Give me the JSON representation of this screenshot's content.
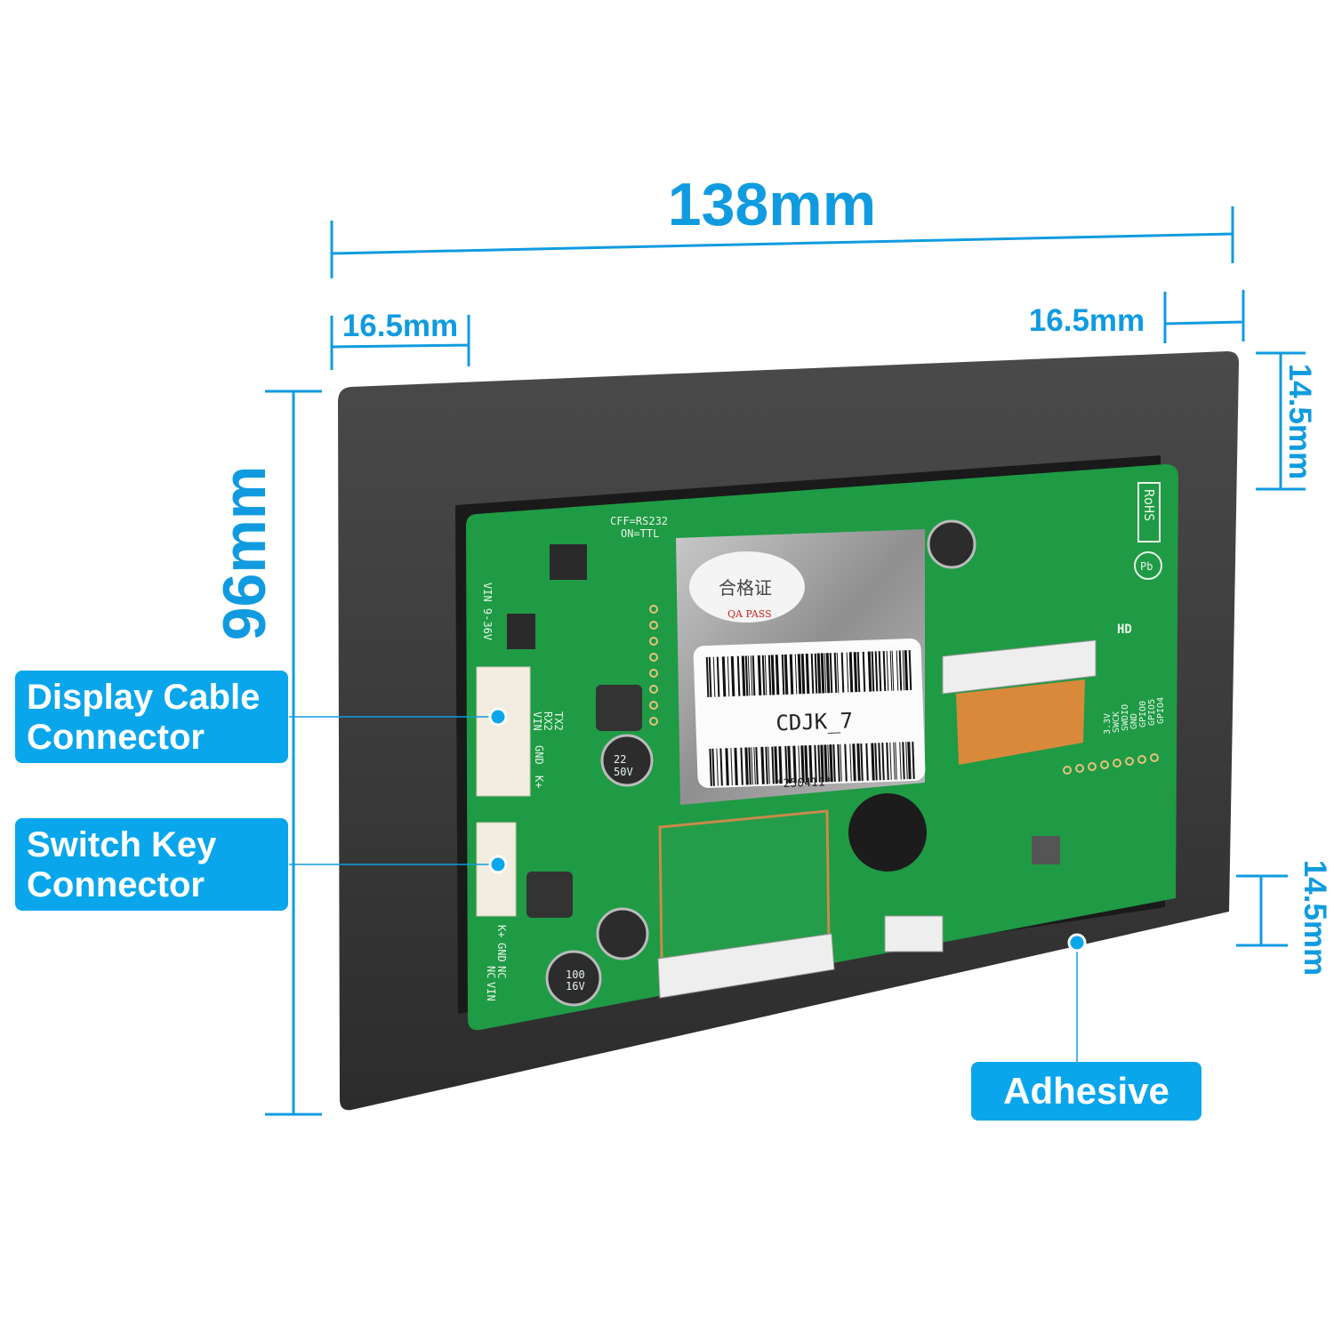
{
  "dimensions": {
    "width": "138mm",
    "height": "96mm",
    "left_margin": "16.5mm",
    "right_margin": "16.5mm",
    "top_margin": "14.5mm",
    "bottom_margin": "14.5mm"
  },
  "callouts": {
    "display_cable": [
      "Display Cable",
      "Connector"
    ],
    "switch_key": [
      "Switch Key",
      "Connector"
    ],
    "adhesive": "Adhesive"
  },
  "pcb_labels": {
    "mode": [
      "CFF=RS232",
      "ON=TTL"
    ],
    "vin": "VIN 9-36V",
    "module_id": "CDJK_7",
    "serial": "*250411*",
    "qa": "QA PASS",
    "qa_cn": "合格证",
    "rohs": "RoHS",
    "pb": "Pb",
    "hd": "HD",
    "pins_left": [
      "VIN",
      "RX2",
      "TX2",
      "GND",
      "K+"
    ],
    "pins_bottom": [
      "K+",
      "GND",
      "NC",
      "NC",
      "VIN"
    ],
    "pins_right": [
      "3.3V",
      "SWCK",
      "SWDIO",
      "GND",
      "GPIO0",
      "GPIO5",
      "GPIO4"
    ],
    "cap_a": [
      "100",
      "16V"
    ],
    "cap_b": [
      "22",
      "50V"
    ]
  },
  "colors": {
    "accent": "#0aa6ec",
    "frame": "#3a3a3a",
    "pcb": "#1f9a45"
  }
}
